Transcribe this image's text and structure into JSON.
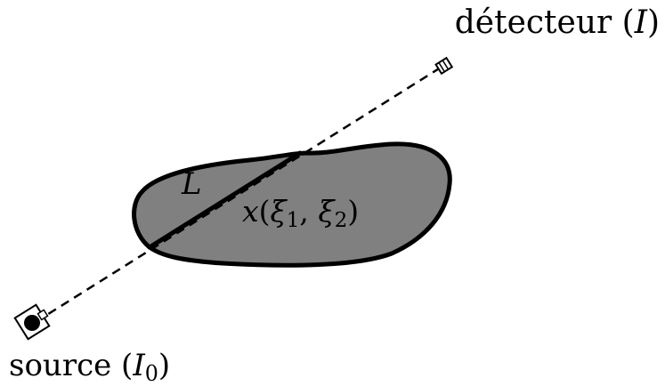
{
  "labels": {
    "detector": {
      "text": "détecteur",
      "intensity": "I"
    },
    "source": {
      "text": "source",
      "intensity": "I",
      "intensity_sub": "0"
    },
    "path_length": "L",
    "object_function": {
      "name": "x",
      "arg1": "ξ",
      "arg1_sub": "1",
      "arg2": "ξ",
      "arg2_sub": "2"
    }
  },
  "colors": {
    "object_fill": "#808080",
    "stroke": "#000000",
    "background": "#ffffff"
  }
}
